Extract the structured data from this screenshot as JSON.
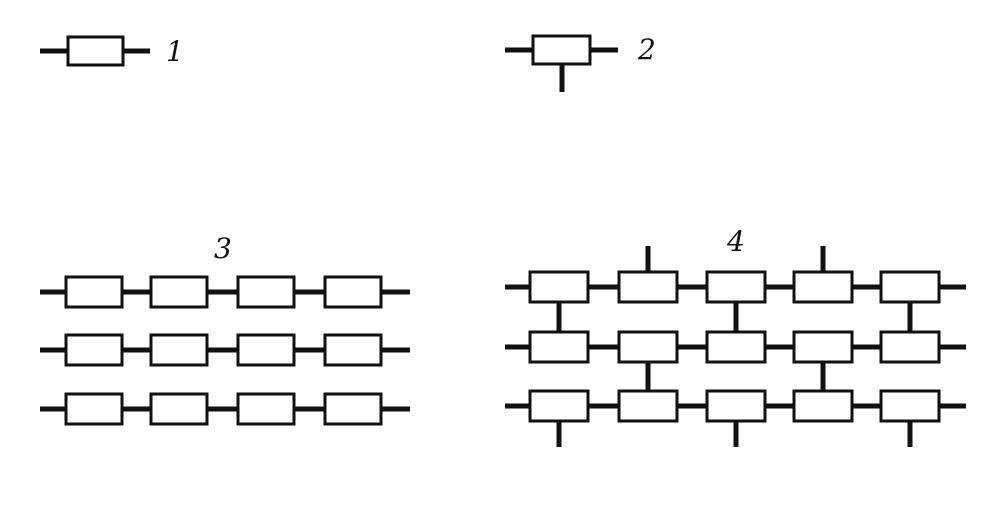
{
  "labels": {
    "linear_unit": "1",
    "branch_unit": "2",
    "linear_chains": "3",
    "crosslinked_network": "4"
  },
  "colors": {
    "ink": "#111111",
    "background": "#ffffff"
  }
}
